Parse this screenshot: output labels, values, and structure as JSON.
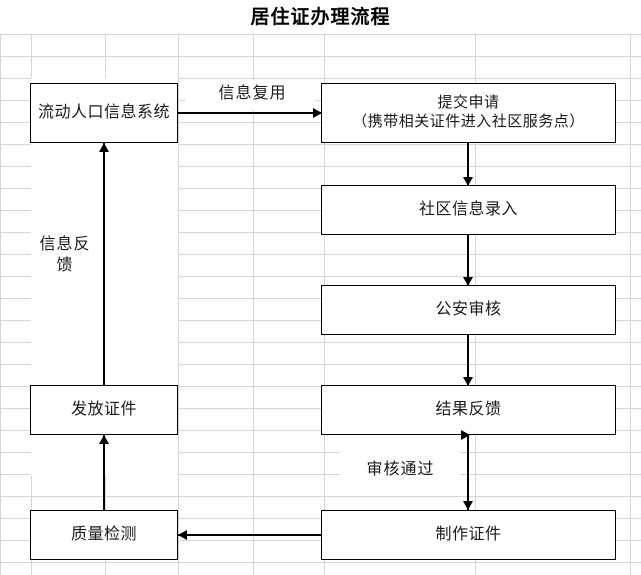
{
  "title": "居住证办理流程",
  "nodes": {
    "floating_population_system": "流动人口信息系统",
    "submit_application": "提交申请\n（携带相关证件进入社区服务点）",
    "submit_application_line1": "提交申请",
    "submit_application_line2": "（携带相关证件进入社区服务点）",
    "community_data_entry": "社区信息录入",
    "police_review": "公安审核",
    "result_feedback": "结果反馈",
    "make_certificate": "制作证件",
    "quality_inspection": "质量检测",
    "issue_certificate": "发放证件"
  },
  "edge_labels": {
    "information_reuse": "信息复用",
    "information_feedback_line1": "信息反",
    "information_feedback_line2": "馈",
    "review_passed": "审核通过"
  },
  "colors": {
    "box_border": "#000000",
    "box_fill": "#ffffff",
    "connector": "#000000",
    "grid_line": "#d6d6d6",
    "text": "#1a1a1a",
    "page_background": "#ffffff"
  }
}
